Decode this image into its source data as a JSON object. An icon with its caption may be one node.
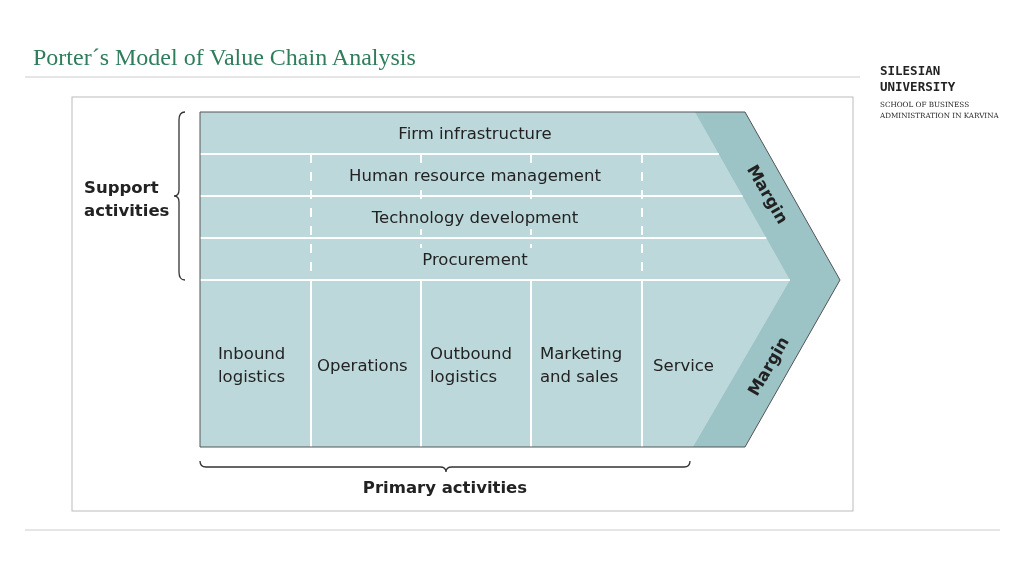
{
  "diagram": {
    "title": "Porter´s Model of Value Chain Analysis",
    "nodes": [
      {
        "text": [
          "Firm infrastructure"
        ]
      },
      {
        "text": [
          "Human resource management"
        ]
      },
      {
        "text": [
          "Technology development"
        ]
      },
      {
        "text": [
          "Procurement"
        ]
      },
      {
        "text": [
          "Inbound logistics"
        ]
      },
      {
        "text": [
          "Operations"
        ]
      },
      {
        "text": [
          "Outbound logistics"
        ]
      },
      {
        "text": [
          "Marketing and sales"
        ]
      },
      {
        "text": [
          "Service"
        ]
      },
      {
        "text": [
          "Margin"
        ]
      },
      {
        "text": [
          "Margin"
        ]
      }
    ],
    "edges": [],
    "labels": [
      "Support activities",
      "Primary activities",
      "SILESIAN UNIVERSITY",
      "SCHOOL OF BUSINESS ADMINISTRATION IN KARVINA"
    ]
  }
}
